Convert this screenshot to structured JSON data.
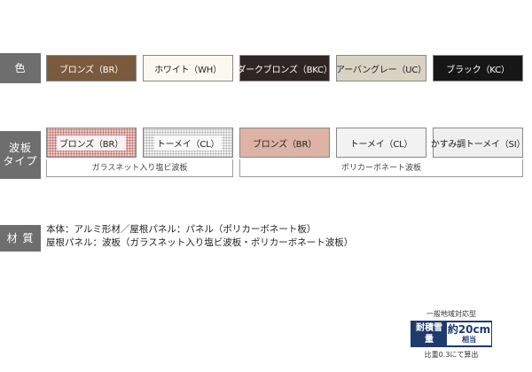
{
  "color_row": {
    "label": "色",
    "swatches": [
      {
        "label": "ブロンズ（BR）",
        "color": "#7a5a3d"
      },
      {
        "label": "ホワイト（WH）",
        "color": "#fbf9ef"
      },
      {
        "label": "ダークブロンズ（BKC）",
        "color": "#2f2623"
      },
      {
        "label": "アーバングレー（UC）",
        "color": "#d8d3c3"
      },
      {
        "label": "ブラック（KC）",
        "color": "#161616"
      }
    ]
  },
  "panel_row": {
    "label_line1": "波板",
    "label_line2": "タイプ",
    "patterns": [
      {
        "label": "ブロンズ（BR）",
        "color": "#efc9c5"
      },
      {
        "label": "トーメイ（CL）",
        "color": "#f6f6f6"
      },
      {
        "label": "ブロンズ（BR）",
        "color": "#dcb3a4"
      },
      {
        "label": "トーメイ（CL）",
        "color": "#f3f2f2"
      },
      {
        "label": "かすみ調トーメイ（SI）",
        "color": "#efefef"
      }
    ],
    "groups": {
      "glass_net": "ガラスネット入り塩ビ波板",
      "polycarbonate": "ポリカーボネート波板"
    }
  },
  "material_row": {
    "label": "材 質",
    "line1": "本体：アルミ形材／屋根パネル：パネル（ポリカーボネート板）",
    "line2": "屋根パネル：波板（ガラスネット入り塩ビ波板・ポリカーボネート波板）"
  },
  "snow_badge": {
    "top_text": "一般地域対応型",
    "title_line1": "耐積雪",
    "title_line2": "量",
    "value": "約20cm",
    "value_note": "相当",
    "bottom_text": "比重0.3にて算出",
    "color": "#1f3a6e"
  }
}
